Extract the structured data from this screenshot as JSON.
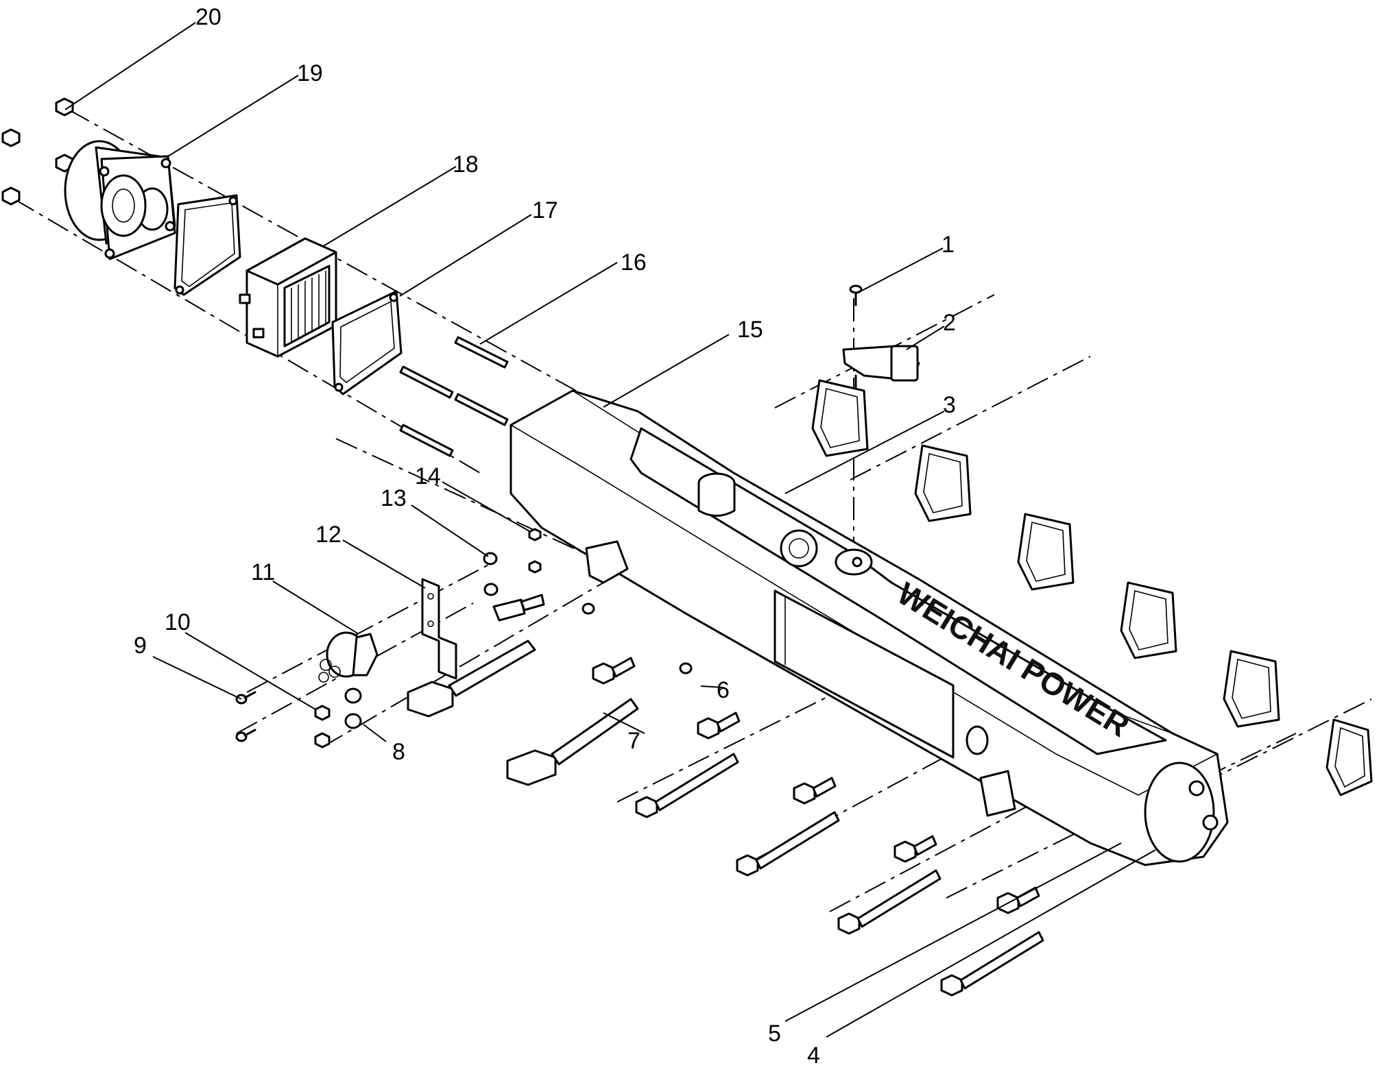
{
  "brand_text": "WEICHAI POWER",
  "callouts": [
    {
      "id": "1",
      "label": "1"
    },
    {
      "id": "2",
      "label": "2"
    },
    {
      "id": "3",
      "label": "3"
    },
    {
      "id": "4",
      "label": "4"
    },
    {
      "id": "5",
      "label": "5"
    },
    {
      "id": "6",
      "label": "6"
    },
    {
      "id": "7",
      "label": "7"
    },
    {
      "id": "8",
      "label": "8"
    },
    {
      "id": "9",
      "label": "9"
    },
    {
      "id": "10",
      "label": "10"
    },
    {
      "id": "11",
      "label": "11"
    },
    {
      "id": "12",
      "label": "12"
    },
    {
      "id": "13",
      "label": "13"
    },
    {
      "id": "14",
      "label": "14"
    },
    {
      "id": "15",
      "label": "15"
    },
    {
      "id": "16",
      "label": "16"
    },
    {
      "id": "17",
      "label": "17"
    },
    {
      "id": "18",
      "label": "18"
    },
    {
      "id": "19",
      "label": "19"
    },
    {
      "id": "20",
      "label": "20"
    }
  ]
}
